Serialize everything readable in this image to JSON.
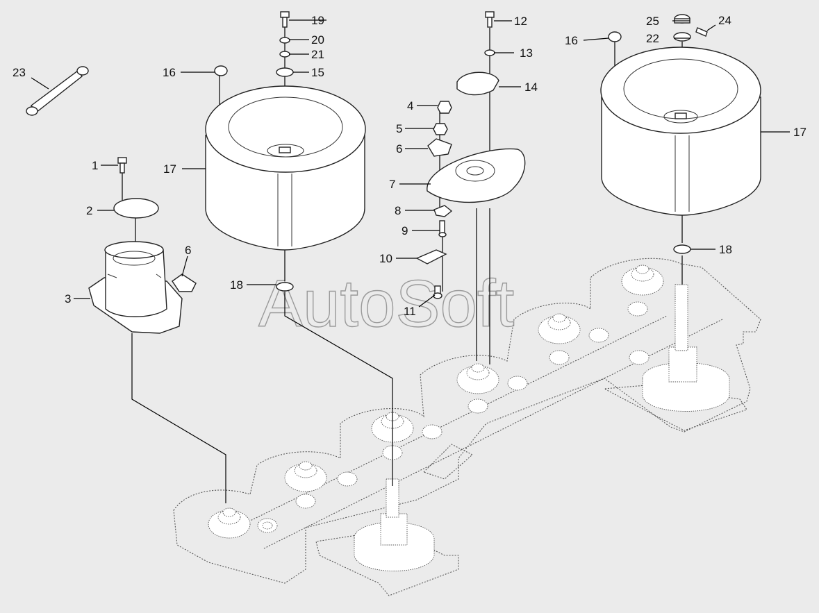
{
  "watermark": "AutoSoft",
  "callouts": {
    "c1": "1",
    "c2": "2",
    "c3": "3",
    "c4": "4",
    "c5": "5",
    "c6a": "6",
    "c6b": "6",
    "c7": "7",
    "c8": "8",
    "c9": "9",
    "c10": "10",
    "c11": "11",
    "c12": "12",
    "c13": "13",
    "c14": "14",
    "c15": "15",
    "c16a": "16",
    "c16b": "16",
    "c17a": "17",
    "c17b": "17",
    "c18a": "18",
    "c18b": "18",
    "c19": "19",
    "c20": "20",
    "c21": "21",
    "c22": "22",
    "c23": "23",
    "c24": "24",
    "c25": "25"
  },
  "colors": {
    "background": "#ebebeb",
    "line": "#000000",
    "part_fill": "#ffffff",
    "watermark": "#9a9a9a"
  }
}
